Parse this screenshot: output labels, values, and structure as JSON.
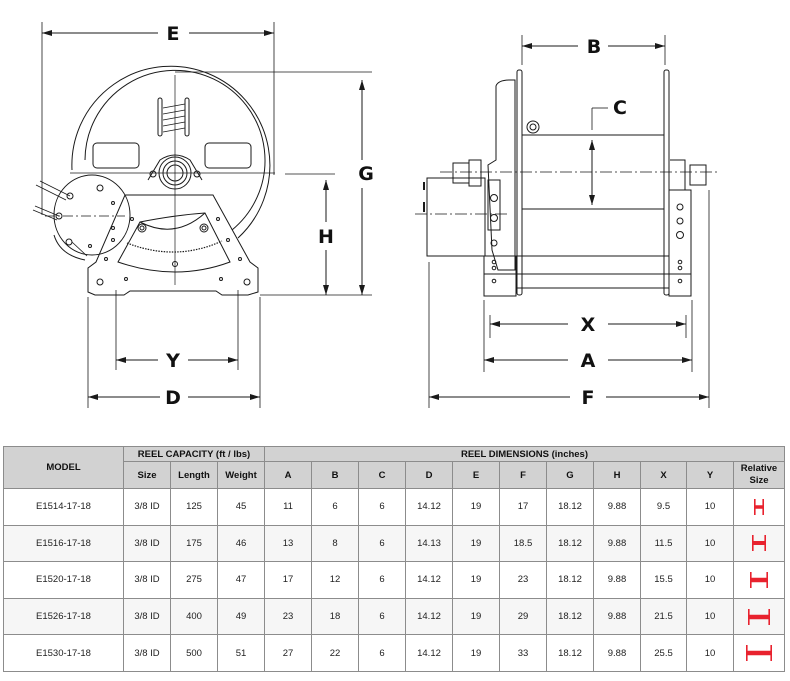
{
  "drawing": {
    "dimension_labels": {
      "E": "E",
      "G": "G",
      "H": "H",
      "Y": "Y",
      "D": "D",
      "B": "B",
      "C": "C",
      "X": "X",
      "A": "A",
      "F": "F"
    },
    "line_color": "#1a1a1a"
  },
  "table": {
    "model_header": "MODEL",
    "capacity_header": "REEL CAPACITY (ft / lbs)",
    "dimensions_header": "REEL DIMENSIONS (inches)",
    "columns": [
      "Size",
      "Length",
      "Weight",
      "A",
      "B",
      "C",
      "D",
      "E",
      "F",
      "G",
      "H",
      "X",
      "Y"
    ],
    "relative_size_header_line1": "Relative",
    "relative_size_header_line2": "Size",
    "header_bg": "#d2d2d2",
    "relative_icon_color": "#e8222e",
    "rows": [
      {
        "model": "E1514-17-18",
        "cells": [
          "3/8 ID",
          "125",
          "45",
          "11",
          "6",
          "6",
          "14.12",
          "19",
          "17",
          "18.12",
          "9.88",
          "9.5",
          "10"
        ],
        "relative_size": 1
      },
      {
        "model": "E1516-17-18",
        "cells": [
          "3/8 ID",
          "175",
          "46",
          "13",
          "8",
          "6",
          "14.13",
          "19",
          "18.5",
          "18.12",
          "9.88",
          "11.5",
          "10"
        ],
        "relative_size": 2
      },
      {
        "model": "E1520-17-18",
        "cells": [
          "3/8 ID",
          "275",
          "47",
          "17",
          "12",
          "6",
          "14.12",
          "19",
          "23",
          "18.12",
          "9.88",
          "15.5",
          "10"
        ],
        "relative_size": 3
      },
      {
        "model": "E1526-17-18",
        "cells": [
          "3/8 ID",
          "400",
          "49",
          "23",
          "18",
          "6",
          "14.12",
          "19",
          "29",
          "18.12",
          "9.88",
          "21.5",
          "10"
        ],
        "relative_size": 4
      },
      {
        "model": "E1530-17-18",
        "cells": [
          "3/8 ID",
          "500",
          "51",
          "27",
          "22",
          "6",
          "14.12",
          "19",
          "33",
          "18.12",
          "9.88",
          "25.5",
          "10"
        ],
        "relative_size": 5
      }
    ]
  }
}
